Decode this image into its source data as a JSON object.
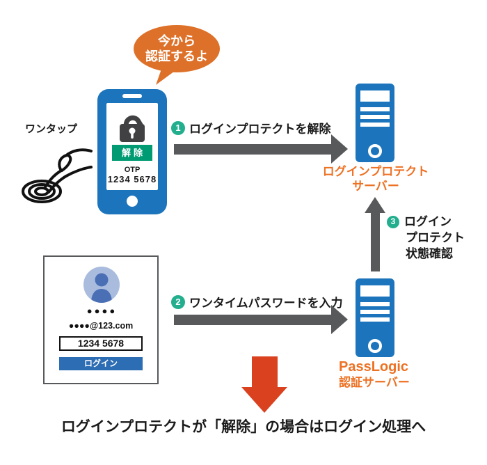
{
  "bubble": {
    "line1": "今から",
    "line2": "認証するよ"
  },
  "phone": {
    "unlock_button": "解除",
    "otp_label": "OTP",
    "otp_value": "1234 5678"
  },
  "tap": {
    "label": "ワンタップ"
  },
  "steps": {
    "step1": {
      "num": "1",
      "label": "ログインプロテクトを解除"
    },
    "step2": {
      "num": "2",
      "label": "ワンタイムパスワードを入力"
    },
    "step3": {
      "num": "3",
      "line1": "ログイン",
      "line2": "プロテクト",
      "line3": "状態確認"
    }
  },
  "servers": {
    "login_protect": {
      "line1": "ログインプロテクト",
      "line2": "サーバー"
    },
    "passlogic": {
      "line1": "PassLogic",
      "line2": "認証サーバー"
    }
  },
  "login_form": {
    "password_dots": "●●●●",
    "email": "●●●●@123.com",
    "otp_input": "1234 5678",
    "login_button": "ログイン"
  },
  "footer": {
    "text": "ログインプロテクトが「解除」の場合はログイン処理へ"
  },
  "colors": {
    "brand_blue": "#1c75bc",
    "login_button_blue": "#2d6db3",
    "bubble_orange": "#de7129",
    "label_orange": "#ed7123",
    "arrow_gray": "#58595b",
    "badge_teal": "#23ae8e",
    "unlock_green": "#009b72",
    "warning_red": "#d9411f"
  }
}
